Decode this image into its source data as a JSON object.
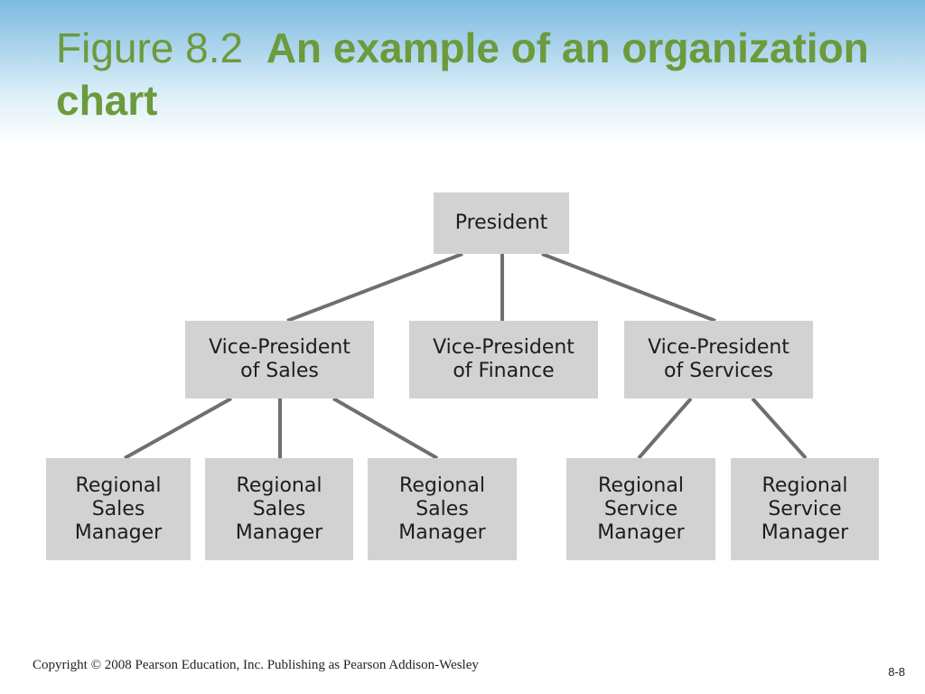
{
  "slide": {
    "figure_label": "Figure 8.2",
    "title": "An example of an organization chart",
    "colors": {
      "title": "#6c9a3c",
      "node_fill": "#d2d2d2",
      "connector": "#6f6f6f",
      "header_gradient_top": "#7bbbdf"
    }
  },
  "org_chart": {
    "president": {
      "label": "President"
    },
    "vp_sales": {
      "label": "Vice-President\nof Sales"
    },
    "vp_finance": {
      "label": "Vice-President\nof Finance"
    },
    "vp_services": {
      "label": "Vice-President\nof Services"
    },
    "sales_managers": [
      {
        "label": "Regional\nSales\nManager"
      },
      {
        "label": "Regional\nSales\nManager"
      },
      {
        "label": "Regional\nSales\nManager"
      }
    ],
    "service_managers": [
      {
        "label": "Regional\nService\nManager"
      },
      {
        "label": "Regional\nService\nManager"
      }
    ]
  },
  "footer": {
    "copyright": "Copyright © 2008 Pearson Education, Inc. Publishing as Pearson Addison-Wesley",
    "page_number": "8-8"
  }
}
